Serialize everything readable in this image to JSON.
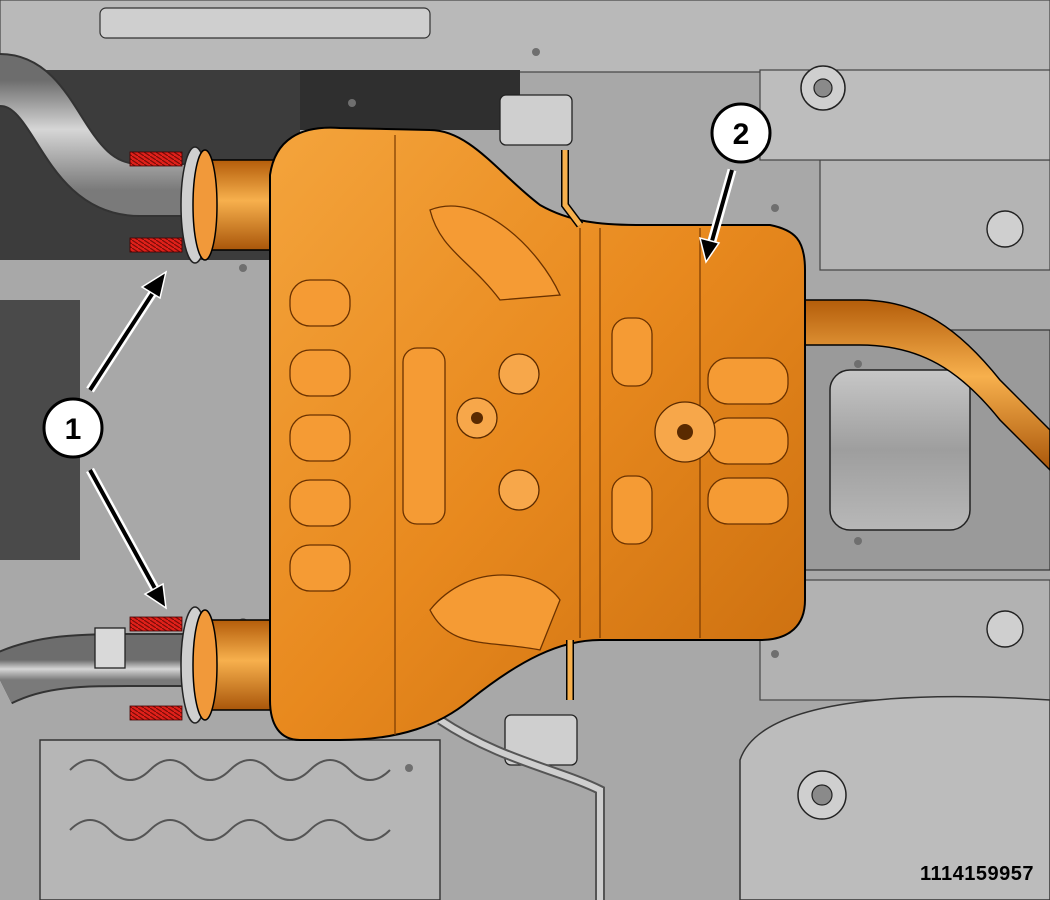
{
  "figure": {
    "id": "1114159957",
    "callouts": [
      {
        "label": "1",
        "refers_to": "studs"
      },
      {
        "label": "2",
        "refers_to": "muffler"
      }
    ]
  },
  "colors": {
    "highlight_part": "#e8891e",
    "highlight_part_dark": "#b45d0a",
    "studs": "#e0201a",
    "underbody": "#a9a9a9",
    "underbody_dark": "#5c5c5c",
    "background_void": "#3a3a3a",
    "outline": "#000000"
  },
  "icons": [
    "callout-circle",
    "leader-arrow"
  ]
}
